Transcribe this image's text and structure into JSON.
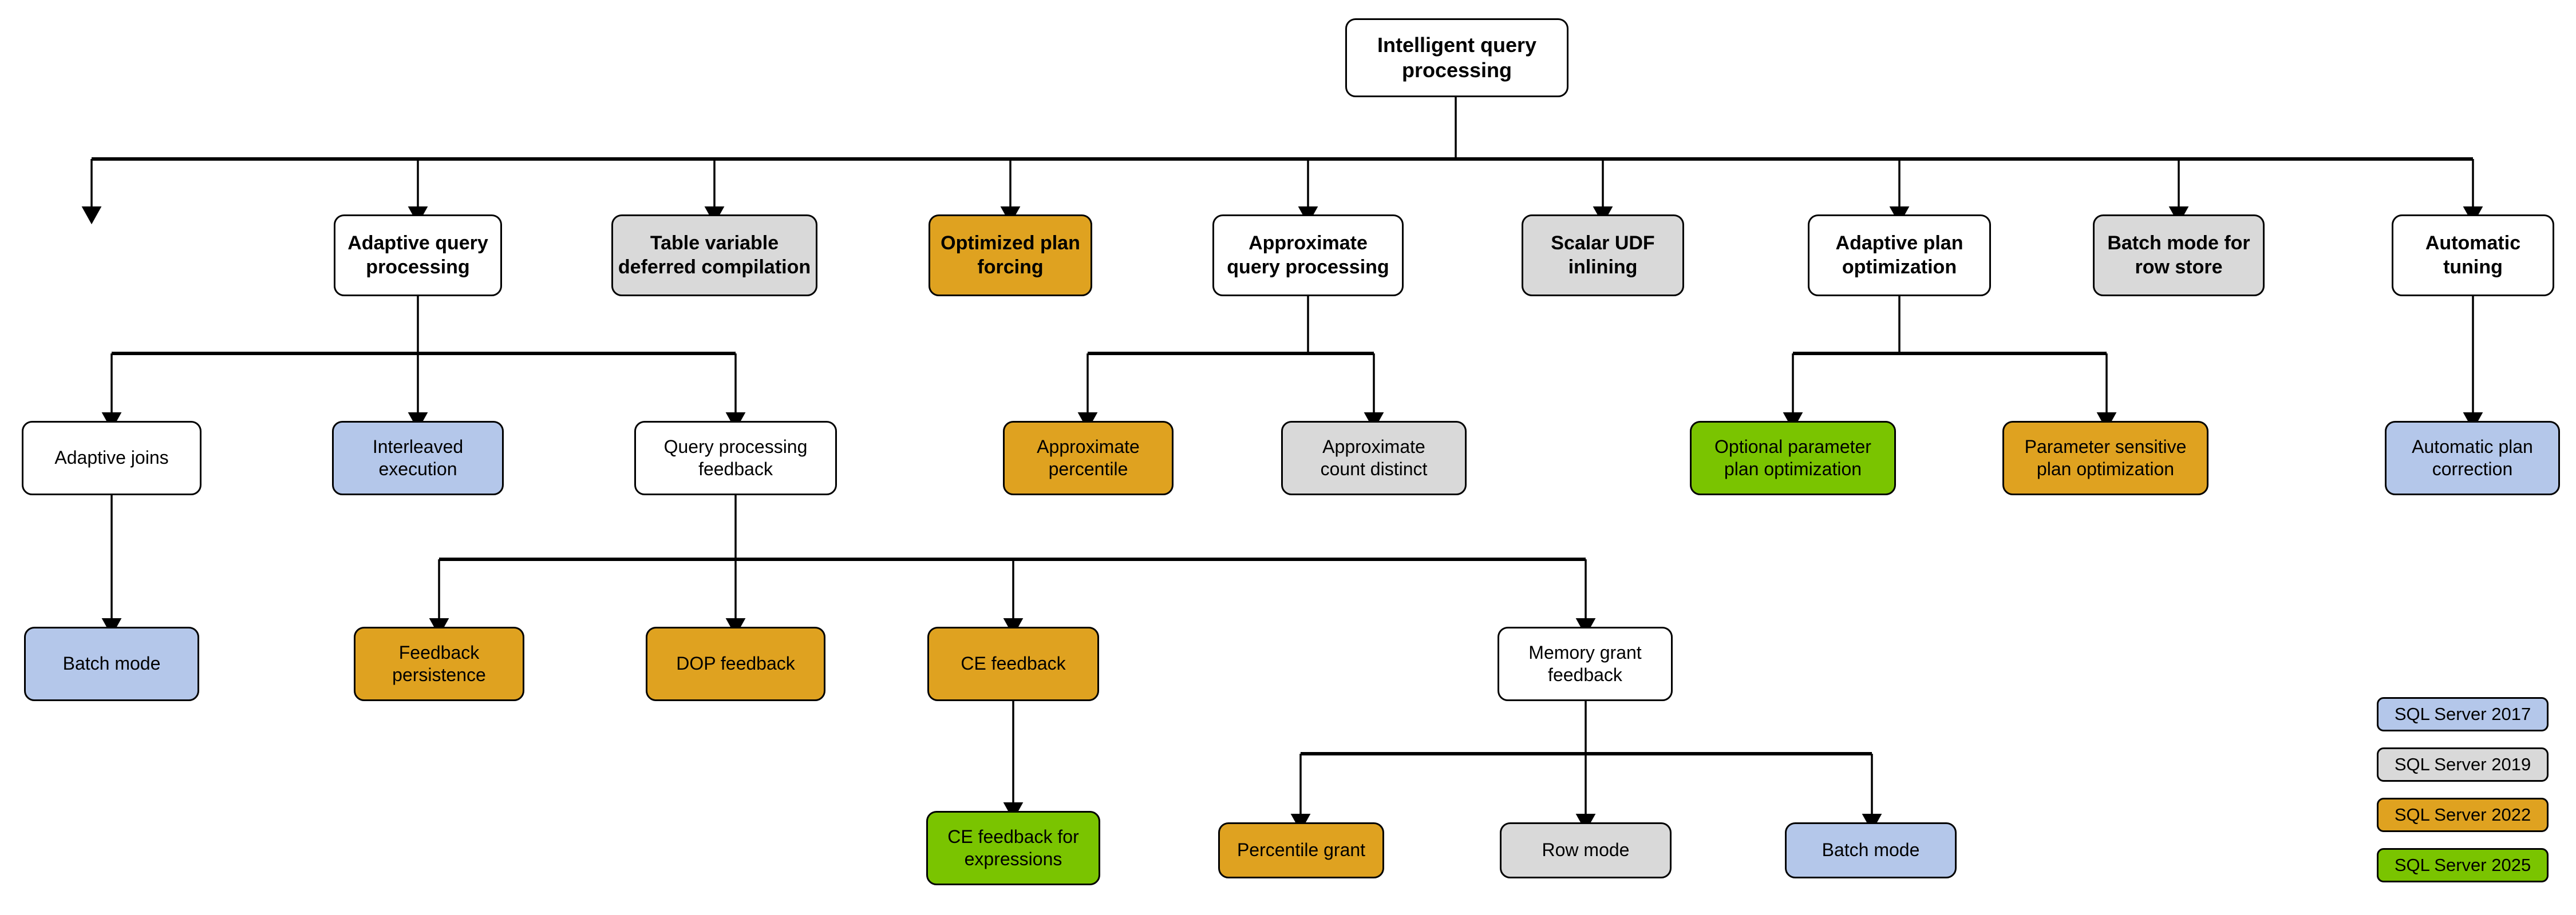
{
  "diagram": {
    "title": "Intelligent query processing",
    "root": {
      "id": "root",
      "label": "Intelligent query\nprocessing",
      "fill": "white"
    },
    "level2": [
      {
        "id": "adaptive-query-processing",
        "label": "Adaptive query\nprocessing",
        "fill": "white"
      },
      {
        "id": "table-variable-deferred-compilation",
        "label": "Table variable\ndeferred compilation",
        "fill": "gray"
      },
      {
        "id": "optimized-plan-forcing",
        "label": "Optimized plan\nforcing",
        "fill": "orange"
      },
      {
        "id": "approximate-query-processing",
        "label": "Approximate\nquery processing",
        "fill": "white"
      },
      {
        "id": "scalar-udf-inlining",
        "label": "Scalar UDF\ninlining",
        "fill": "gray"
      },
      {
        "id": "adaptive-plan-optimization",
        "label": "Adaptive plan\noptimization",
        "fill": "white"
      },
      {
        "id": "batch-mode-for-row-store",
        "label": "Batch mode for\nrow store",
        "fill": "gray"
      },
      {
        "id": "automatic-tuning",
        "label": "Automatic\ntuning",
        "fill": "white"
      }
    ],
    "level3": [
      {
        "id": "adaptive-joins",
        "label": "Adaptive joins",
        "fill": "white"
      },
      {
        "id": "interleaved-execution",
        "label": "Interleaved\nexecution",
        "fill": "blue"
      },
      {
        "id": "query-processing-feedback",
        "label": "Query processing\nfeedback",
        "fill": "white"
      },
      {
        "id": "approximate-percentile",
        "label": "Approximate\npercentile",
        "fill": "orange"
      },
      {
        "id": "approximate-count-distinct",
        "label": "Approximate\ncount distinct",
        "fill": "gray"
      },
      {
        "id": "optional-parameter-plan-optimization",
        "label": "Optional parameter\nplan optimization",
        "fill": "green"
      },
      {
        "id": "parameter-sensitive-plan-optimization",
        "label": "Parameter sensitive\nplan optimization",
        "fill": "orange"
      },
      {
        "id": "automatic-plan-correction",
        "label": "Automatic plan\ncorrection",
        "fill": "blue"
      }
    ],
    "level4": [
      {
        "id": "batch-mode-adaptive-joins",
        "label": "Batch mode",
        "fill": "blue"
      },
      {
        "id": "feedback-persistence",
        "label": "Feedback\npersistence",
        "fill": "orange"
      },
      {
        "id": "dop-feedback",
        "label": "DOP feedback",
        "fill": "orange"
      },
      {
        "id": "ce-feedback",
        "label": "CE feedback",
        "fill": "orange"
      },
      {
        "id": "memory-grant-feedback",
        "label": "Memory grant\nfeedback",
        "fill": "white"
      }
    ],
    "level5": [
      {
        "id": "ce-feedback-for-expressions",
        "label": "CE feedback for\nexpressions",
        "fill": "green"
      },
      {
        "id": "percentile-grant",
        "label": "Percentile grant",
        "fill": "orange"
      },
      {
        "id": "row-mode",
        "label": "Row mode",
        "fill": "gray"
      },
      {
        "id": "batch-mode-memory-grant",
        "label": "Batch mode",
        "fill": "blue"
      }
    ]
  },
  "legend": {
    "items": [
      {
        "id": "sql-server-2017",
        "label": "SQL Server 2017",
        "fill": "blue"
      },
      {
        "id": "sql-server-2019",
        "label": "SQL Server 2019",
        "fill": "gray"
      },
      {
        "id": "sql-server-2022",
        "label": "SQL Server 2022",
        "fill": "orange"
      },
      {
        "id": "sql-server-2025",
        "label": "SQL Server 2025",
        "fill": "green"
      }
    ]
  },
  "colors": {
    "white": "#ffffff",
    "gray": "#d9d9d9",
    "orange": "#dfa220",
    "green": "#7ac400",
    "blue": "#b4c7ea",
    "stroke": "#000000"
  }
}
